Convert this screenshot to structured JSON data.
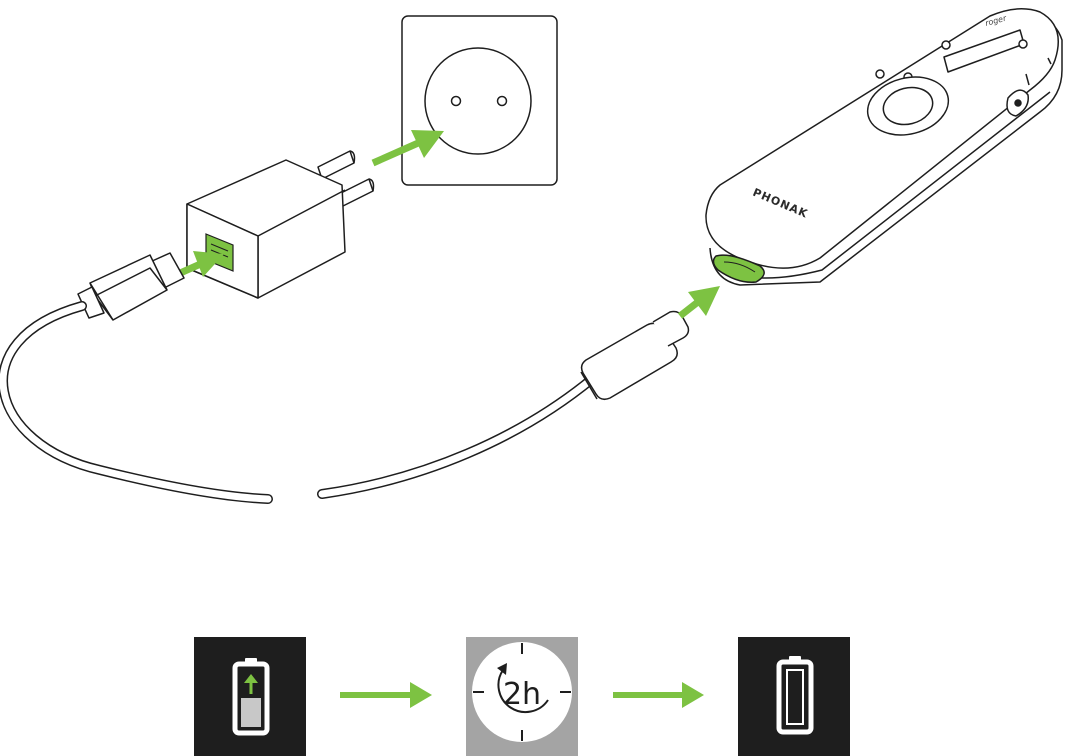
{
  "illustration": {
    "device": {
      "brand_label": "PHONAK",
      "model_label": "roger"
    },
    "charge_steps": {
      "duration_label": "2h"
    },
    "colors": {
      "accent_green": "#7dc242",
      "outline": "#1e1e1e",
      "panel_dark": "#1e1e1e",
      "panel_gray": "#a4a4a4"
    }
  }
}
